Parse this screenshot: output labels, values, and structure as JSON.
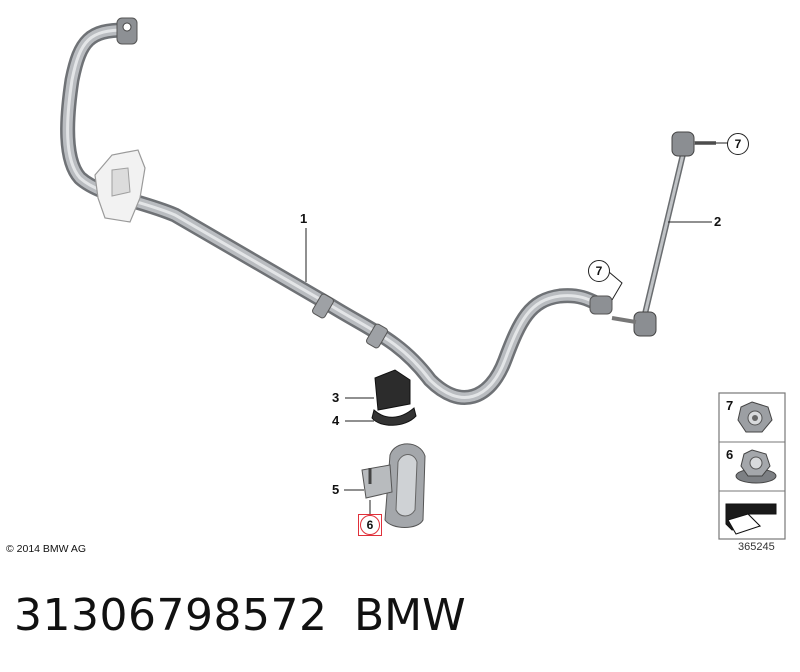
{
  "diagram": {
    "callouts": [
      "1",
      "2",
      "3",
      "4",
      "5"
    ],
    "circled_callouts": [
      "7",
      "7",
      "6"
    ],
    "legend": [
      {
        "number": "7",
        "icon": "lock-nut-icon"
      },
      {
        "number": "6",
        "icon": "flange-nut-icon"
      }
    ],
    "legend_footer_icon": "arrow-pointer-icon",
    "highlight_color": "#e0303a",
    "part_color": "#9a9da1"
  },
  "footer": {
    "copyright": "© 2014 BMW AG",
    "diagram_id": "365245"
  },
  "listing": {
    "part_number": "31306798572",
    "brand": "BMW"
  }
}
